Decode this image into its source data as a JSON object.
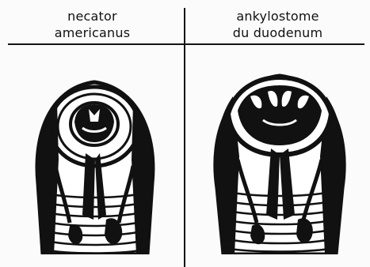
{
  "columns": [
    {
      "line1": "necator",
      "line2": "americanus"
    },
    {
      "line1": "ankylostome",
      "line2": "du duodenum"
    }
  ],
  "colors": {
    "ink": "#111111",
    "paper": "#fbfbfb"
  }
}
